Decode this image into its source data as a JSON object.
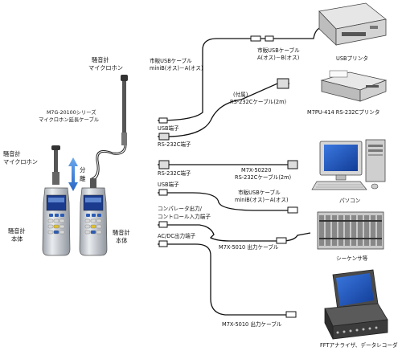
{
  "meters": {
    "left_top_label": [
      "騒音計",
      "マイクロホン"
    ],
    "left_bottom_label": [
      "騒音計",
      "本体"
    ],
    "right_top_label": [
      "騒音計",
      "マイクロホン"
    ],
    "right_bottom_label": [
      "騒音計",
      "本体"
    ],
    "separate_label": [
      "分",
      "離"
    ],
    "extension_cable_label": [
      "M7G-20100シリーズ",
      "マイクロホン延長ケーブル"
    ]
  },
  "ports": {
    "usb_1": "USB端子",
    "rs232c_1": "RS-232C端子",
    "rs232c_2": "RS-232C端子",
    "usb_2": "USB端子",
    "comparator": [
      "コンパレータ出力/",
      "コントロール入力端子"
    ],
    "acdc": "AC/DC出力端子"
  },
  "cables": {
    "usb_commercial_top": [
      "市販USBケーブル",
      "miniB(オス)－A(オス)"
    ],
    "usb_ab": [
      "市販USBケーブル",
      "A(オス)－B(オス)"
    ],
    "rs232c_included": [
      "(付属)",
      "RS-232Cケーブル(2m)"
    ],
    "rs232c_m7x": [
      "M7X-50220",
      "RS-232Cケーブル(2m)"
    ],
    "usb_commercial_pc": [
      "市販USBケーブル",
      "miniB(オス)－A(オス)"
    ],
    "output_cable_1": "M7X-5010 出力ケーブル",
    "output_cable_2": "M7X-5010 出力ケーブル"
  },
  "devices": {
    "usb_printer": "USBプリンタ",
    "rs_printer": "M7PU-414 RS-232Cプリンタ",
    "pc": "パソコン",
    "sequencer": "シーケンサ等",
    "fft": "FFTアナライザ、データレコーダ"
  },
  "colors": {
    "cable": "#111111",
    "separate_arrow": "#3a7fd8",
    "meter_body": "#c8ccd2",
    "meter_display": "#1b3b8f",
    "pc_screen": "#1e4fb4"
  }
}
